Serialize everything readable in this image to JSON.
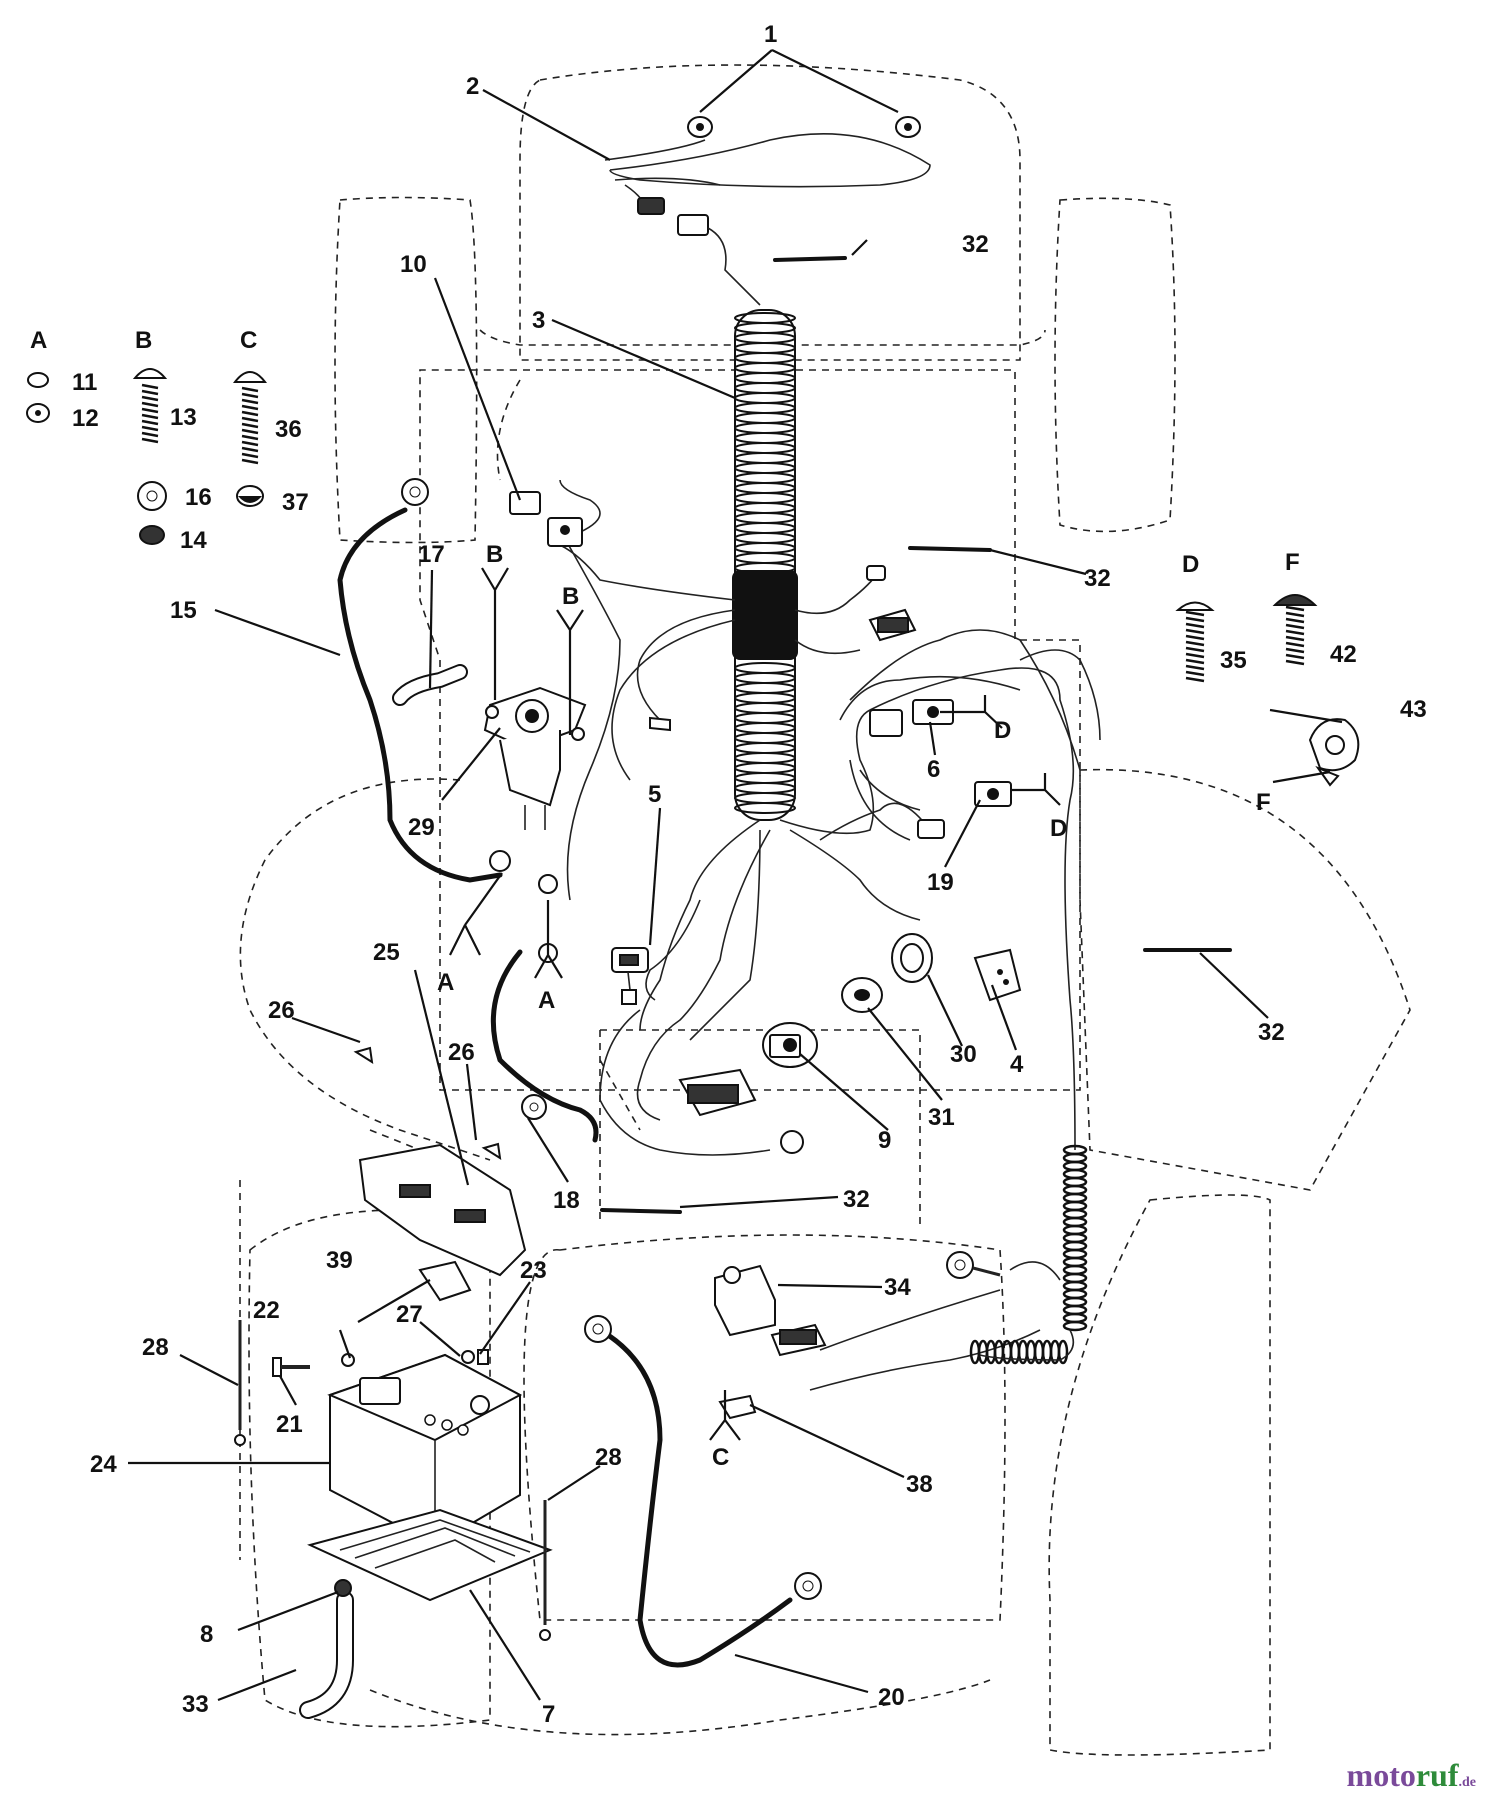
{
  "callouts": {
    "n1": "1",
    "n2": "2",
    "n3": "3",
    "n4": "4",
    "n5": "5",
    "n6": "6",
    "n7": "7",
    "n8": "8",
    "n9": "9",
    "n10": "10",
    "n11": "11",
    "n12": "12",
    "n13": "13",
    "n14": "14",
    "n15": "15",
    "n16": "16",
    "n17": "17",
    "n18": "18",
    "n19": "19",
    "n20": "20",
    "n21": "21",
    "n22": "22",
    "n23": "23",
    "n24": "24",
    "n25": "25",
    "n26a": "26",
    "n26b": "26",
    "n27": "27",
    "n28a": "28",
    "n28b": "28",
    "n29": "29",
    "n30": "30",
    "n31": "31",
    "n32a": "32",
    "n32b": "32",
    "n32c": "32",
    "n32d": "32",
    "n33": "33",
    "n34": "34",
    "n35": "35",
    "n36": "36",
    "n37": "37",
    "n38": "38",
    "n39": "39",
    "n42": "42",
    "n43": "43"
  },
  "letters": {
    "A_head": "A",
    "B_head": "B",
    "C_head": "C",
    "D_head": "D",
    "F_head": "F",
    "A1": "A",
    "A2": "A",
    "B1": "B",
    "B2": "B",
    "C1": "C",
    "D1": "D",
    "D2": "D",
    "F1": "F"
  },
  "watermark": {
    "part1": "moto",
    "part2": "ruf",
    "suffix": ".de"
  }
}
